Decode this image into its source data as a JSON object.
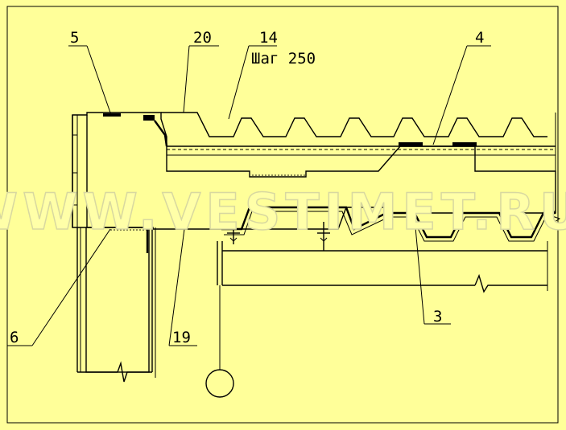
{
  "labels": {
    "callout_5": "5",
    "callout_20": "20",
    "callout_14": "14",
    "pitch_note": "Шаг 250",
    "callout_4": "4",
    "callout_3": "3",
    "callout_6": "6",
    "callout_19": "19"
  },
  "watermark": "WWW.VESTIMET.RU",
  "colors": {
    "background": "#ffff99",
    "lines": "#000000"
  }
}
